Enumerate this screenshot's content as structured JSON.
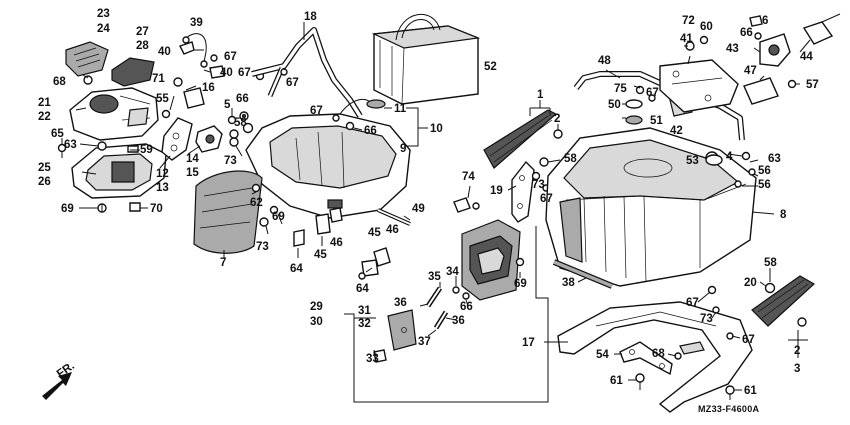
{
  "diagram_code": "MZ33-F4600A",
  "direction_label": "FR.",
  "part_labels": [
    {
      "id": "p23",
      "text": "23"
    },
    {
      "id": "p24",
      "text": "24"
    },
    {
      "id": "p27",
      "text": "27"
    },
    {
      "id": "p28",
      "text": "28"
    },
    {
      "id": "p68a",
      "text": "68"
    },
    {
      "id": "p39",
      "text": "39"
    },
    {
      "id": "p40a",
      "text": "40"
    },
    {
      "id": "p67a",
      "text": "67"
    },
    {
      "id": "p40b",
      "text": "40"
    },
    {
      "id": "p67b",
      "text": "67"
    },
    {
      "id": "p71",
      "text": "71"
    },
    {
      "id": "p16",
      "text": "16"
    },
    {
      "id": "p55",
      "text": "55"
    },
    {
      "id": "p21",
      "text": "21"
    },
    {
      "id": "p22",
      "text": "22"
    },
    {
      "id": "p65",
      "text": "65"
    },
    {
      "id": "p63a",
      "text": "63"
    },
    {
      "id": "p59",
      "text": "59"
    },
    {
      "id": "p25",
      "text": "25"
    },
    {
      "id": "p26",
      "text": "26"
    },
    {
      "id": "p12",
      "text": "12"
    },
    {
      "id": "p13",
      "text": "13"
    },
    {
      "id": "p14",
      "text": "14"
    },
    {
      "id": "p15",
      "text": "15"
    },
    {
      "id": "p69a",
      "text": "69"
    },
    {
      "id": "p70",
      "text": "70"
    },
    {
      "id": "p5",
      "text": "5"
    },
    {
      "id": "p66a",
      "text": "66"
    },
    {
      "id": "p58a",
      "text": "58"
    },
    {
      "id": "p73a",
      "text": "73"
    },
    {
      "id": "p18",
      "text": "18"
    },
    {
      "id": "p67c",
      "text": "67"
    },
    {
      "id": "p52",
      "text": "52"
    },
    {
      "id": "p11",
      "text": "11"
    },
    {
      "id": "p10",
      "text": "10"
    },
    {
      "id": "p67d",
      "text": "67"
    },
    {
      "id": "p66b",
      "text": "66"
    },
    {
      "id": "p9",
      "text": "9"
    },
    {
      "id": "p62",
      "text": "62"
    },
    {
      "id": "p69b",
      "text": "69"
    },
    {
      "id": "p73b",
      "text": "73"
    },
    {
      "id": "p7",
      "text": "7"
    },
    {
      "id": "p64a",
      "text": "64"
    },
    {
      "id": "p45a",
      "text": "45"
    },
    {
      "id": "p46a",
      "text": "46"
    },
    {
      "id": "p49",
      "text": "49"
    },
    {
      "id": "p45b",
      "text": "45"
    },
    {
      "id": "p46b",
      "text": "46"
    },
    {
      "id": "p64b",
      "text": "64"
    },
    {
      "id": "p1",
      "text": "1"
    },
    {
      "id": "p2a",
      "text": "2"
    },
    {
      "id": "p74",
      "text": "74"
    },
    {
      "id": "p19",
      "text": "19"
    },
    {
      "id": "p58b",
      "text": "58"
    },
    {
      "id": "p73c",
      "text": "73"
    },
    {
      "id": "p67e",
      "text": "67"
    },
    {
      "id": "p48",
      "text": "48"
    },
    {
      "id": "p75",
      "text": "75"
    },
    {
      "id": "p50",
      "text": "50"
    },
    {
      "id": "p67f",
      "text": "67"
    },
    {
      "id": "p51",
      "text": "51"
    },
    {
      "id": "p42",
      "text": "42"
    },
    {
      "id": "p72",
      "text": "72"
    },
    {
      "id": "p60",
      "text": "60"
    },
    {
      "id": "p41",
      "text": "41"
    },
    {
      "id": "p6",
      "text": "6"
    },
    {
      "id": "p66c",
      "text": "66"
    },
    {
      "id": "p43",
      "text": "43"
    },
    {
      "id": "p44",
      "text": "44"
    },
    {
      "id": "p47",
      "text": "47"
    },
    {
      "id": "p57",
      "text": "57"
    },
    {
      "id": "p53",
      "text": "53"
    },
    {
      "id": "p4",
      "text": "4"
    },
    {
      "id": "p63b",
      "text": "63"
    },
    {
      "id": "p56a",
      "text": "56"
    },
    {
      "id": "p56b",
      "text": "56"
    },
    {
      "id": "p8",
      "text": "8"
    },
    {
      "id": "p69c",
      "text": "69"
    },
    {
      "id": "p38",
      "text": "38"
    },
    {
      "id": "p29",
      "text": "29"
    },
    {
      "id": "p30",
      "text": "30"
    },
    {
      "id": "p35",
      "text": "35"
    },
    {
      "id": "p34",
      "text": "34"
    },
    {
      "id": "p36a",
      "text": "36"
    },
    {
      "id": "p66d",
      "text": "66"
    },
    {
      "id": "p31",
      "text": "31"
    },
    {
      "id": "p32",
      "text": "32"
    },
    {
      "id": "p36b",
      "text": "36"
    },
    {
      "id": "p37",
      "text": "37"
    },
    {
      "id": "p33",
      "text": "33"
    },
    {
      "id": "p58c",
      "text": "58"
    },
    {
      "id": "p20",
      "text": "20"
    },
    {
      "id": "p67g",
      "text": "67"
    },
    {
      "id": "p73d",
      "text": "73"
    },
    {
      "id": "p67h",
      "text": "67"
    },
    {
      "id": "p2b",
      "text": "2"
    },
    {
      "id": "p3",
      "text": "3"
    },
    {
      "id": "p17",
      "text": "17"
    },
    {
      "id": "p54",
      "text": "54"
    },
    {
      "id": "p68b",
      "text": "68"
    },
    {
      "id": "p61a",
      "text": "61"
    },
    {
      "id": "p61b",
      "text": "61"
    }
  ]
}
